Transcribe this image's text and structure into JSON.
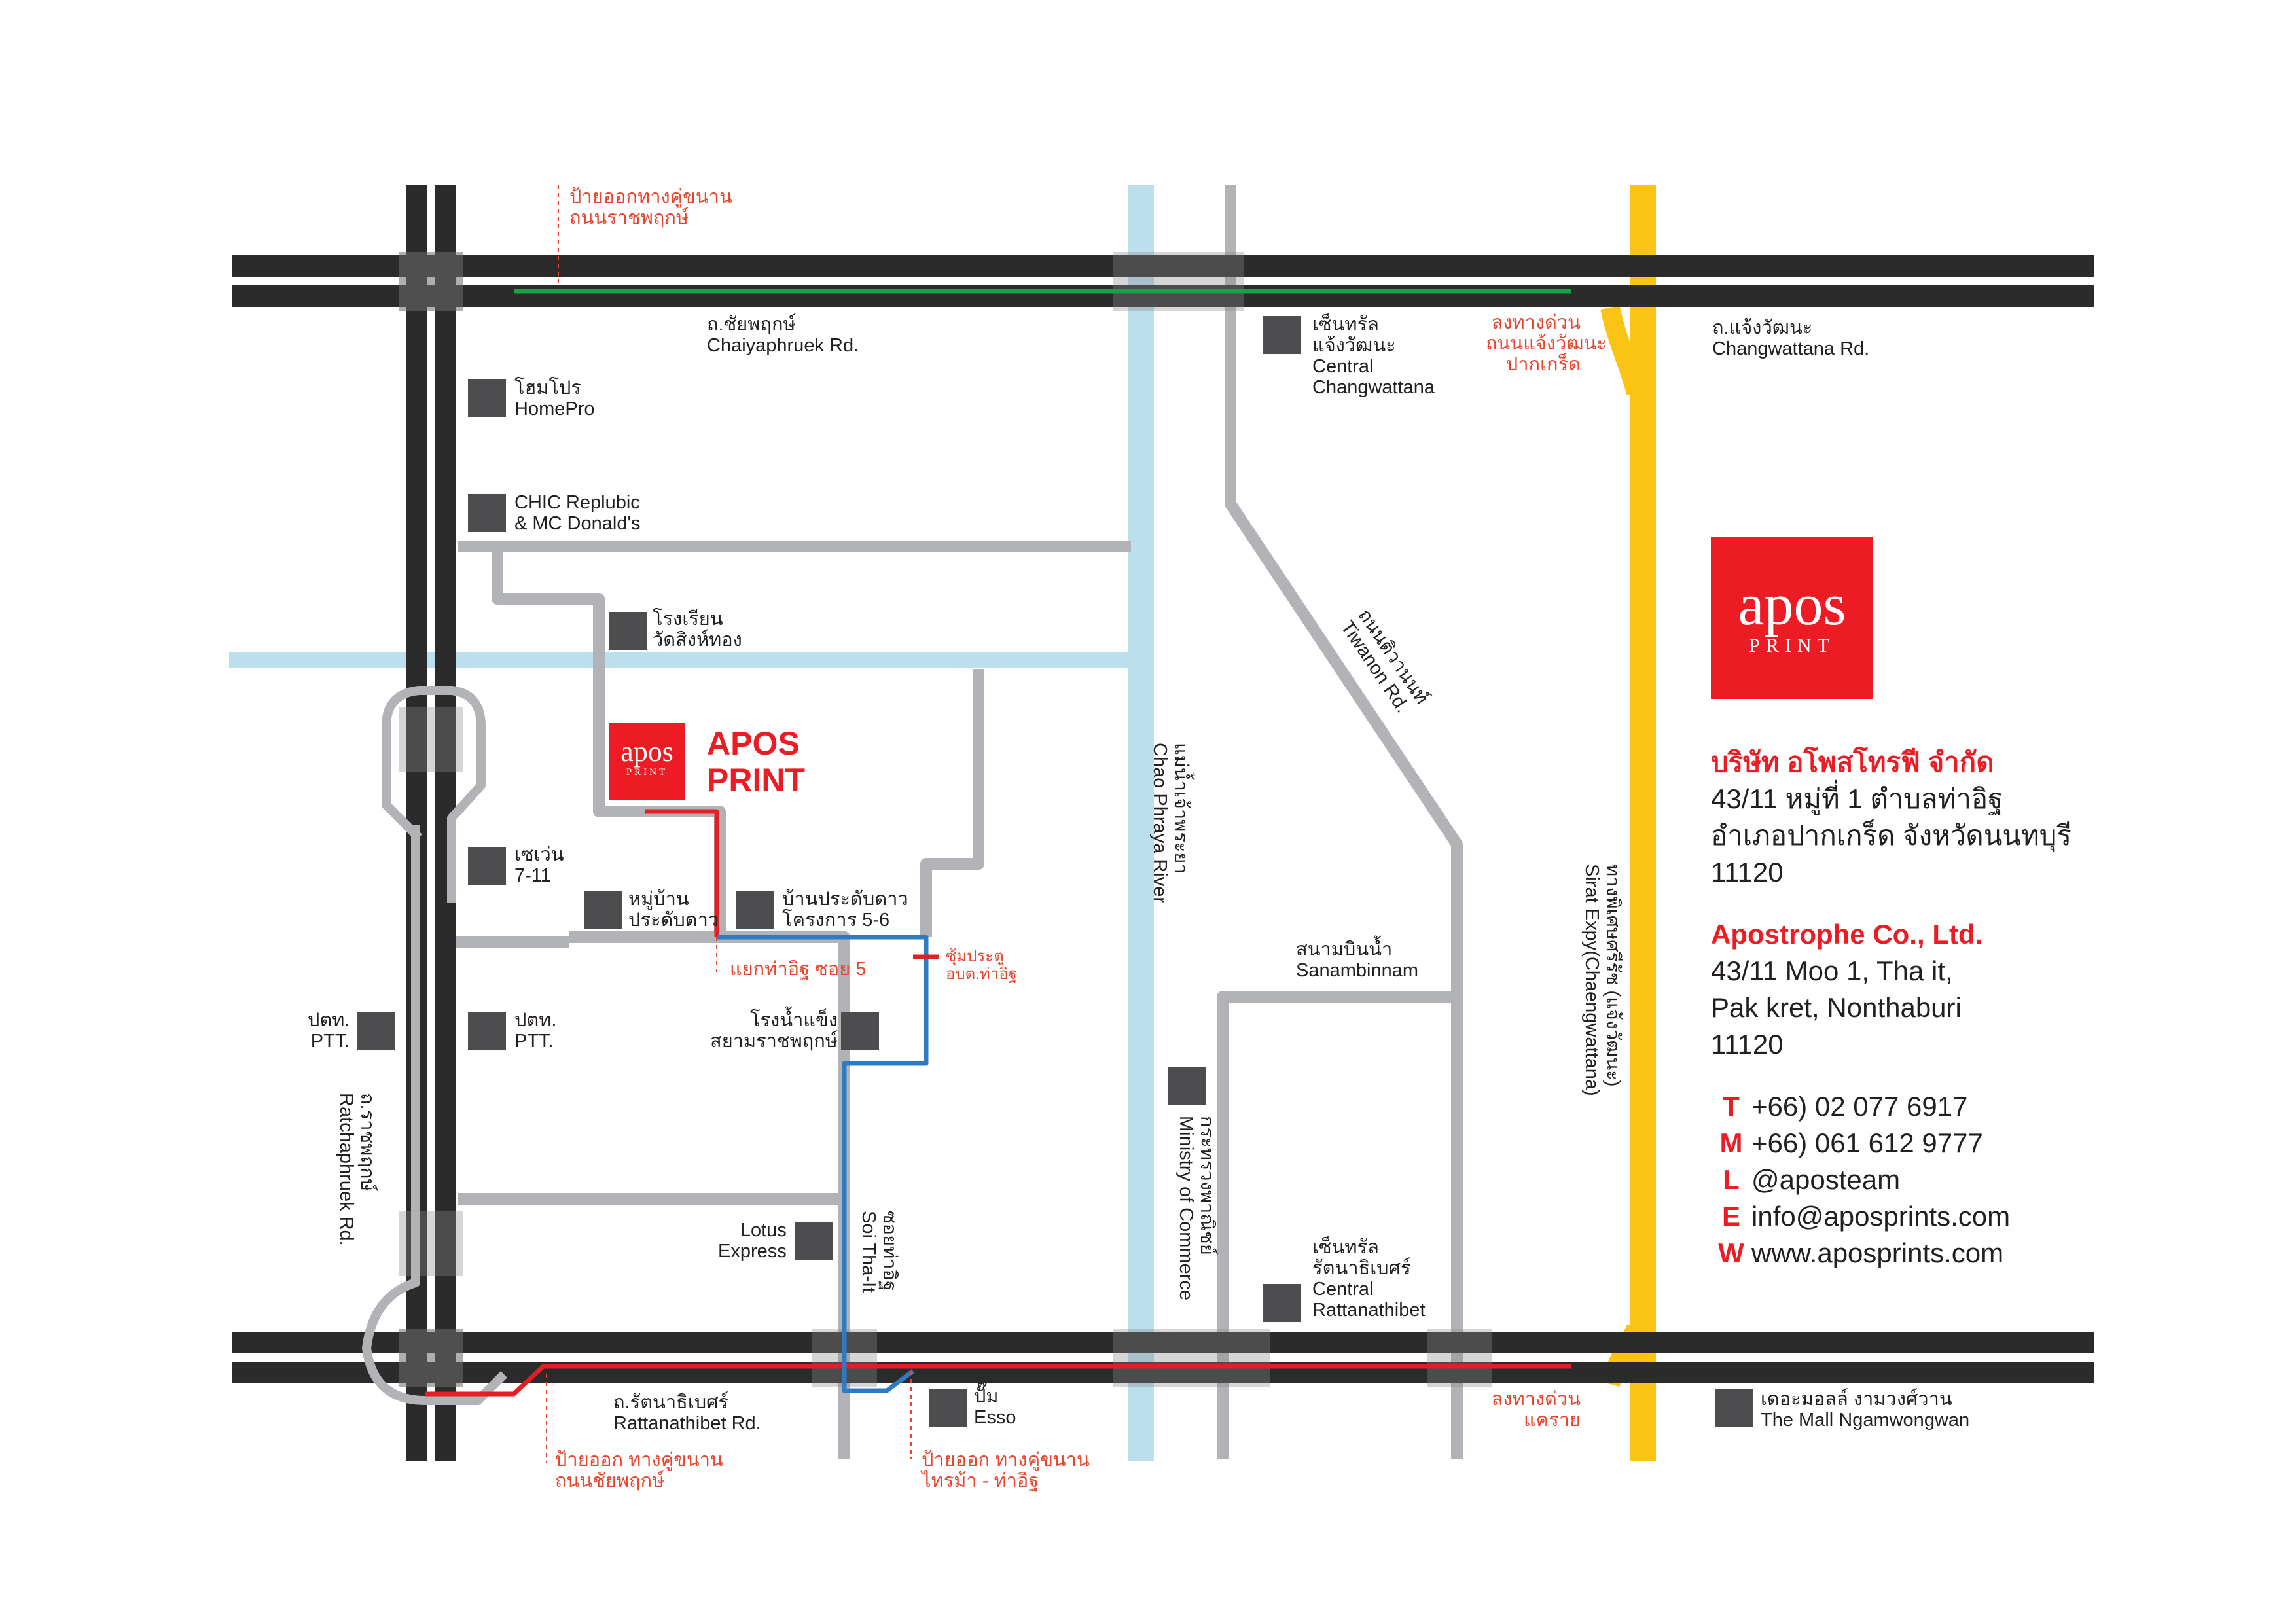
{
  "map": {
    "roads": {
      "chaiyaphruek": {
        "th": "ถ.ชัยพฤกษ์",
        "en": "Chaiyaphruek Rd."
      },
      "changwattana": {
        "th": "ถ.แจ้งวัฒนะ",
        "en": "Changwattana Rd."
      },
      "rattanathibet": {
        "th": "ถ.รัตนาธิเบศร์",
        "en": "Rattanathibet Rd."
      },
      "ratchaphruek": {
        "th": "ถ.ราชพฤกษ์",
        "en": "Ratchaphruek Rd."
      },
      "tiwanon": {
        "th": "ถนนติวานนท์",
        "en": "Tiwanon Rd."
      },
      "soi_tha_it": {
        "th": "ซอยท่าอิฐ",
        "en": "Soi Tha-It"
      },
      "expressway": {
        "th": "ทางพิเศษศรีรัช (แจ้งวัฒนะ)",
        "en": "Sirat Expy(Chaengwattana)"
      },
      "river": {
        "th": "แม่น้ำเจ้าพระยา",
        "en": "Chao Phraya River"
      }
    },
    "landmarks": {
      "homepro": {
        "th": "โฮมโปร",
        "en": "HomePro"
      },
      "chic": {
        "line1": "CHIC Replubic",
        "line2": "& MC Donald's"
      },
      "school": {
        "line1": "โรงเรียน",
        "line2": "วัดสิงห์ทอง"
      },
      "seven": {
        "line1": "เซเว่น",
        "line2": "7-11"
      },
      "village": {
        "line1": "หมู่บ้าน",
        "line2": "ประดับดาว"
      },
      "village56": {
        "line1": "บ้านประดับดาว",
        "line2": "โครงการ 5-6"
      },
      "ptt_left": {
        "line1": "ปตท.",
        "line2": "PTT."
      },
      "ptt_right": {
        "line1": "ปตท.",
        "line2": "PTT."
      },
      "ice": {
        "line1": "โรงน้ำแข็ง",
        "line2": "สยามราชพฤกษ์"
      },
      "lotus": {
        "line1": "Lotus",
        "line2": "Express"
      },
      "esso": {
        "line1": "ปั๊ม",
        "line2": "Esso"
      },
      "central_cw": {
        "line1": "เซ็นทรัล",
        "line2": "แจ้งวัฒนะ",
        "line3": "Central",
        "line4": "Changwattana"
      },
      "sanambinnam": {
        "th": "สนามบินน้ำ",
        "en": "Sanambinnam"
      },
      "ministry": {
        "th": "กระทรวงพาณิชย์",
        "en": "Ministry of Commerce"
      },
      "central_rt": {
        "line1": "เซ็นทรัล",
        "line2": "รัตนาธิเบศร์",
        "line3": "Central",
        "line4": "Rattanathibet"
      },
      "mall": {
        "th": "เดอะมอลล์ งามวงศ์วาน",
        "en": "The Mall Ngamwongwan"
      }
    },
    "annotations": {
      "exit_chaiyaphruek": {
        "line1": "ป้ายออกทางคู่ขนาน",
        "line2": "ถนนราชพฤกษ์"
      },
      "down_expy_top": {
        "line1": "ลงทางด่วน",
        "line2": "ถนนแจ้งวัฒนะ",
        "line3": "ปากเกร็ด"
      },
      "tha_it_junction": "แยกท่าอิฐ ซอย 5",
      "gate": {
        "line1": "ซุ้มประตู",
        "line2": "อบต.ท่าอิฐ"
      },
      "exit_rattanathibet": {
        "line1": "ป้ายออก ทางคู่ขนาน",
        "line2": "ถนนชัยพฤกษ์"
      },
      "exit_tha_it": {
        "line1": "ป้ายออก ทางคู่ขนาน",
        "line2": "ไทรม้า - ท่าอิฐ"
      },
      "down_expy_bottom": {
        "line1": "ลงทางด่วน",
        "line2": "แคราย"
      }
    },
    "marker": {
      "logo_top": "apos",
      "logo_bottom": "PRINT",
      "line1": "APOS",
      "line2": "PRINT"
    },
    "colors": {
      "green": "#1aa14a",
      "red": "#e31e24",
      "blue": "#2e7bc4",
      "river": "#bcdfee",
      "road": "#2b2b2b",
      "street": "#b1b3b6",
      "expressway": "#fbc313"
    }
  },
  "info": {
    "logo_top": "apos",
    "logo_bottom": "PRINT",
    "th_name": "บริษัท อโพสโทรฟี จำกัด",
    "th_addr1": "43/11 หมู่ที่ 1 ตำบลท่าอิฐ",
    "th_addr2": "อำเภอปากเกร็ด จังหวัดนนทบุรี",
    "th_zip": "11120",
    "en_name": "Apostrophe Co., Ltd.",
    "en_addr1": "43/11 Moo 1, Tha it,",
    "en_addr2": "Pak kret, Nonthaburi",
    "en_zip": "11120",
    "contacts": [
      {
        "key": "T",
        "value": "+66)   02 077 6917"
      },
      {
        "key": "M",
        "value": "+66) 061 612 9777"
      },
      {
        "key": "L",
        "value": "@aposteam"
      },
      {
        "key": "E",
        "value": "info@aposprints.com"
      },
      {
        "key": "W",
        "value": "www.aposprints.com"
      }
    ]
  }
}
